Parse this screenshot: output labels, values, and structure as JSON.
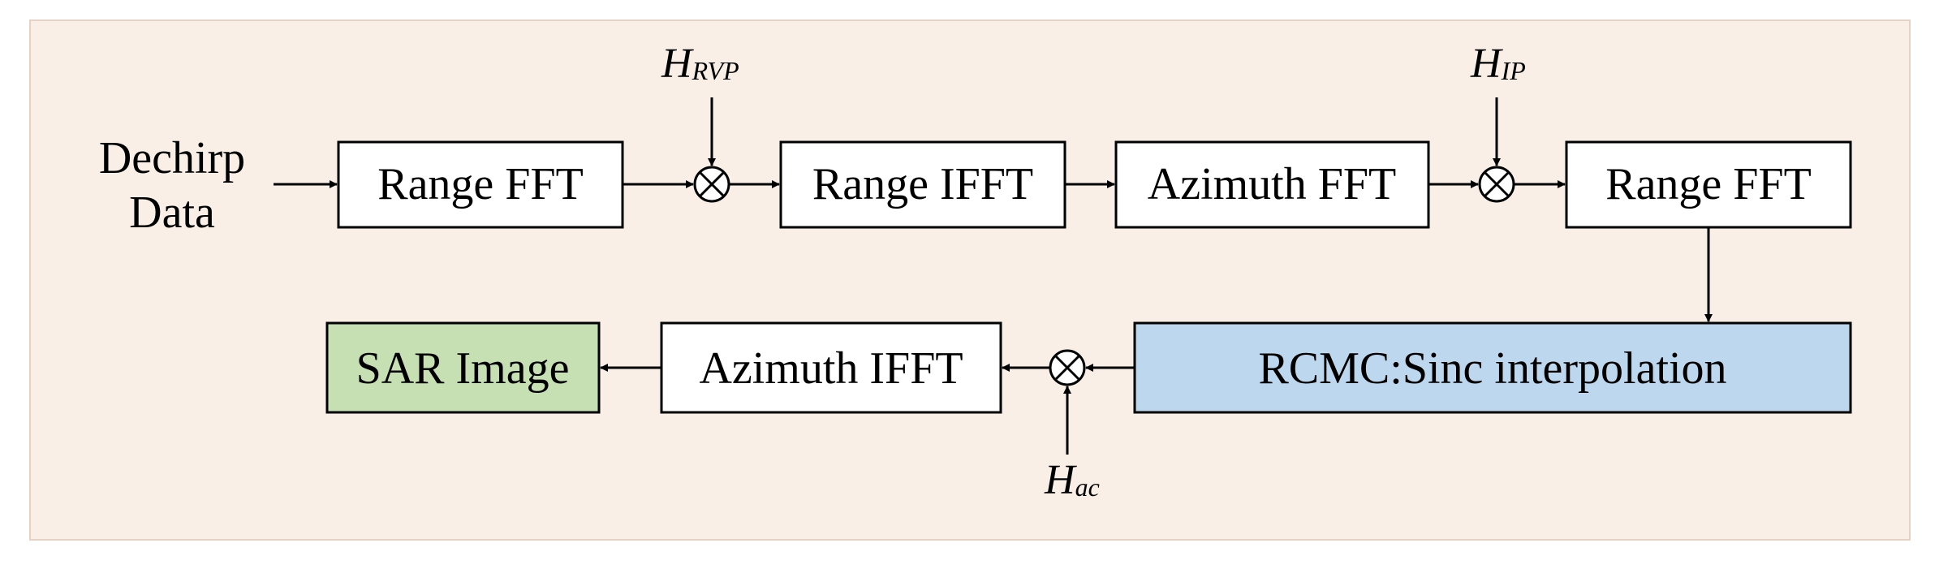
{
  "input_label_lines": [
    "Dechirp",
    "Data"
  ],
  "top_row": {
    "range_fft_1": "Range FFT",
    "range_ifft": "Range IFFT",
    "azimuth_fft": "Azimuth FFT",
    "range_fft_2": "Range FFT"
  },
  "bottom_row": {
    "rcmc": "RCMC:Sinc interpolation",
    "azimuth_ifft": "Azimuth IFFT",
    "sar_image": "SAR Image"
  },
  "factors": {
    "rvp": {
      "main": "H",
      "sub": "RVP"
    },
    "ip": {
      "main": "H",
      "sub": "IP"
    },
    "ac": {
      "main": "H",
      "sub": "ac"
    }
  },
  "colors": {
    "background_panel": "#faefe6",
    "rcmc_fill": "#bdd7ee",
    "sar_image_fill": "#c6e0b4",
    "box_fill": "#ffffff"
  }
}
